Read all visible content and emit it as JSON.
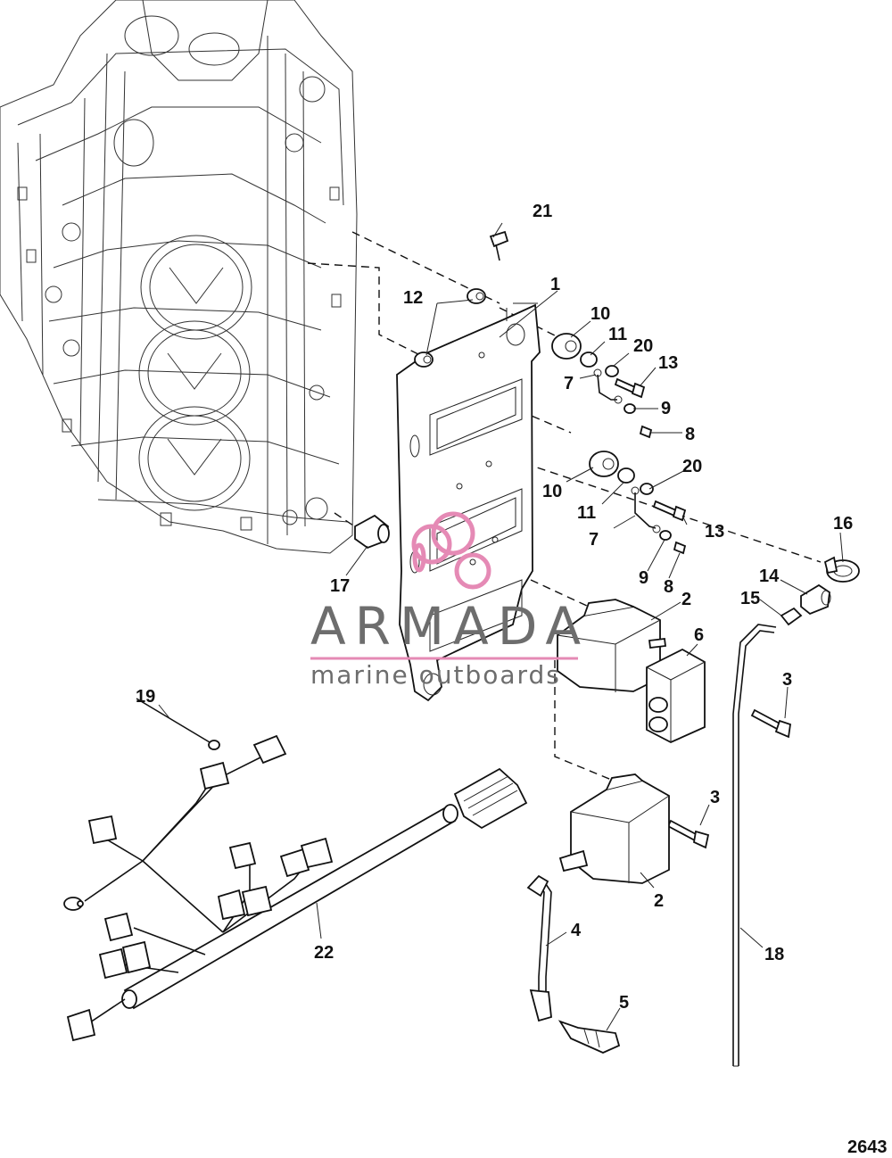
{
  "figure_number": "2643",
  "watermark": {
    "brand": "ARMADA",
    "tagline": "marine outboards",
    "accent_color": "#e58ab5",
    "text_color": "#6d6d6d"
  },
  "callouts": [
    {
      "id": "c1",
      "label": "1"
    },
    {
      "id": "c2a",
      "label": "2"
    },
    {
      "id": "c2b",
      "label": "2"
    },
    {
      "id": "c3a",
      "label": "3"
    },
    {
      "id": "c3b",
      "label": "3"
    },
    {
      "id": "c4",
      "label": "4"
    },
    {
      "id": "c5",
      "label": "5"
    },
    {
      "id": "c6",
      "label": "6"
    },
    {
      "id": "c7a",
      "label": "7"
    },
    {
      "id": "c7b",
      "label": "7"
    },
    {
      "id": "c8a",
      "label": "8"
    },
    {
      "id": "c8b",
      "label": "8"
    },
    {
      "id": "c9a",
      "label": "9"
    },
    {
      "id": "c9b",
      "label": "9"
    },
    {
      "id": "c10a",
      "label": "10"
    },
    {
      "id": "c10b",
      "label": "10"
    },
    {
      "id": "c11a",
      "label": "11"
    },
    {
      "id": "c11b",
      "label": "11"
    },
    {
      "id": "c12",
      "label": "12"
    },
    {
      "id": "c13a",
      "label": "13"
    },
    {
      "id": "c13b",
      "label": "13"
    },
    {
      "id": "c14",
      "label": "14"
    },
    {
      "id": "c15",
      "label": "15"
    },
    {
      "id": "c16",
      "label": "16"
    },
    {
      "id": "c17",
      "label": "17"
    },
    {
      "id": "c18",
      "label": "18"
    },
    {
      "id": "c19",
      "label": "19"
    },
    {
      "id": "c20a",
      "label": "20"
    },
    {
      "id": "c20b",
      "label": "20"
    },
    {
      "id": "c21",
      "label": "21"
    },
    {
      "id": "c22",
      "label": "22"
    }
  ]
}
